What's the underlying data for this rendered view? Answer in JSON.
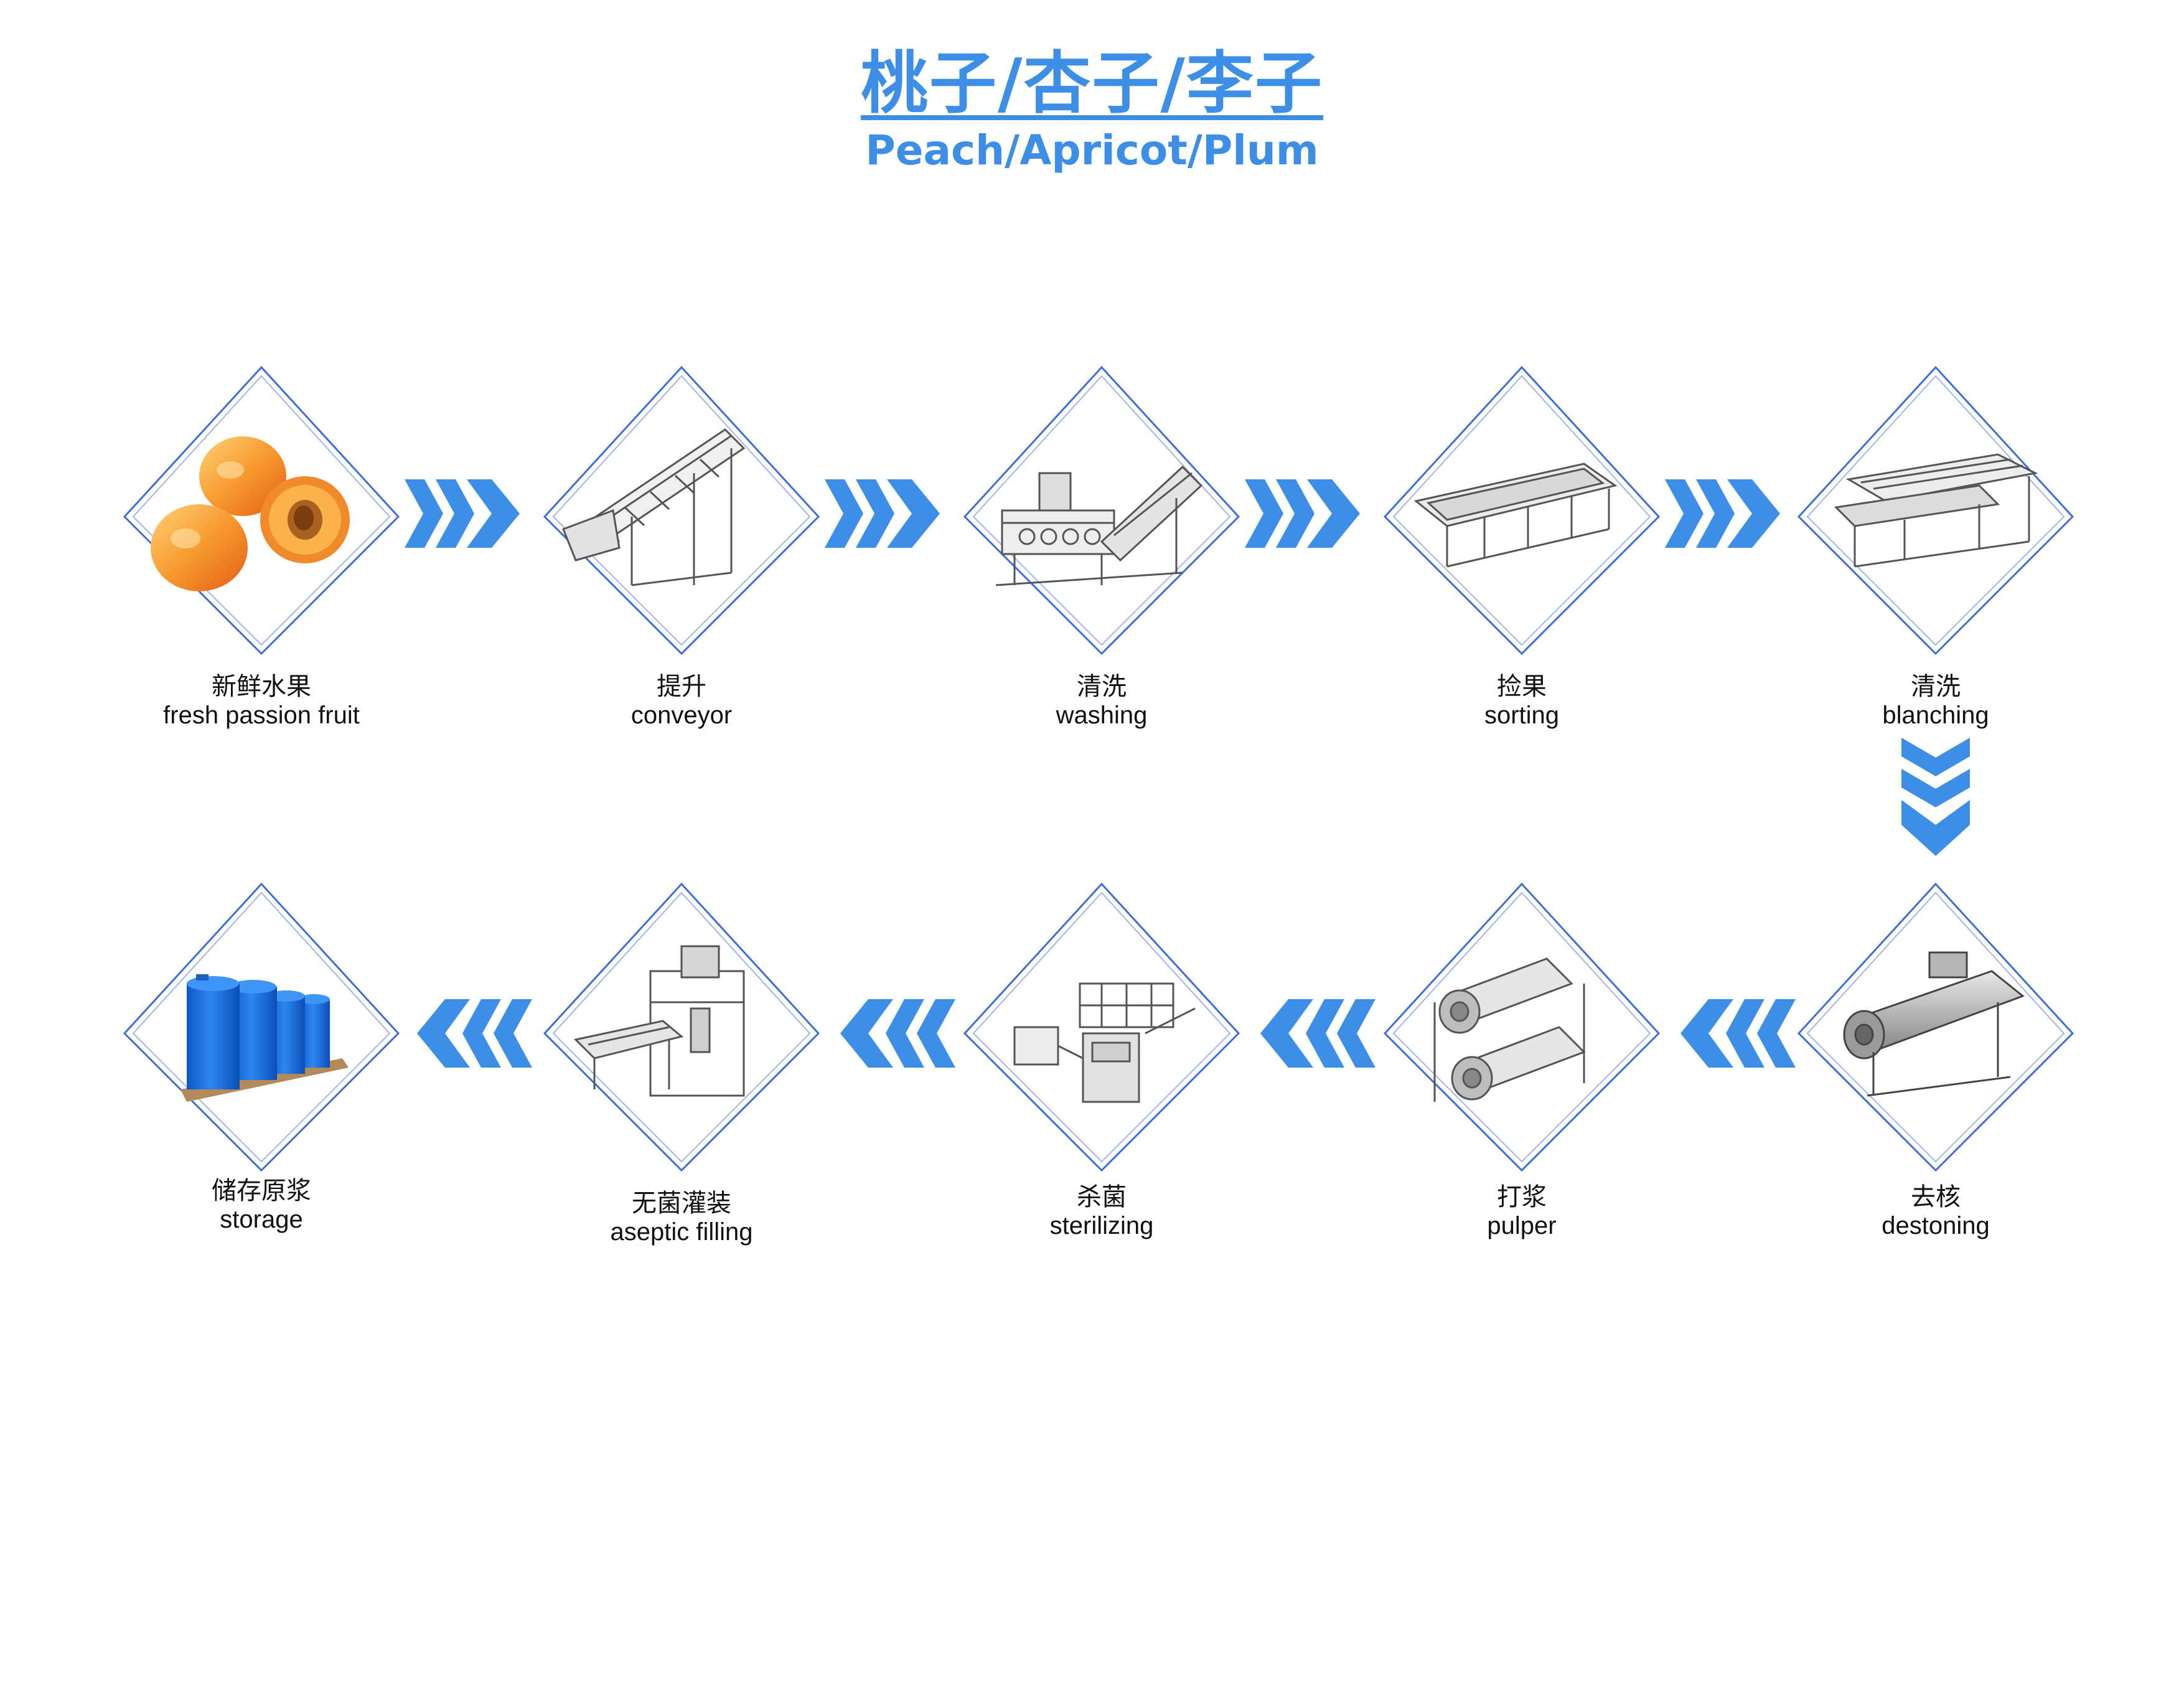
{
  "title": {
    "zh": "桃子/杏子/李子",
    "en": "Peach/Apricot/Plum"
  },
  "colors": {
    "accent": "#3d8ee6",
    "diamond_stroke": "#3d6fd6"
  },
  "steps": [
    {
      "zh": "新鲜水果",
      "en": "fresh passion fruit",
      "icon": "apricot-fruit-icon"
    },
    {
      "zh": "提升",
      "en": "conveyor",
      "icon": "conveyor-machine-icon"
    },
    {
      "zh": "清洗",
      "en": "washing",
      "icon": "washing-machine-icon"
    },
    {
      "zh": "捡果",
      "en": "sorting",
      "icon": "sorting-table-icon"
    },
    {
      "zh": "清洗",
      "en": "blanching",
      "icon": "blanching-machine-icon"
    },
    {
      "zh": "去核",
      "en": "destoning",
      "icon": "destoning-machine-icon"
    },
    {
      "zh": "打浆",
      "en": "pulper",
      "icon": "pulper-machine-icon"
    },
    {
      "zh": "杀菌",
      "en": "sterilizing",
      "icon": "sterilizer-icon"
    },
    {
      "zh": "无菌灌装",
      "en": "aseptic filling",
      "icon": "aseptic-filler-icon"
    },
    {
      "zh": "储存原浆",
      "en": "storage",
      "icon": "storage-drums-icon"
    }
  ]
}
